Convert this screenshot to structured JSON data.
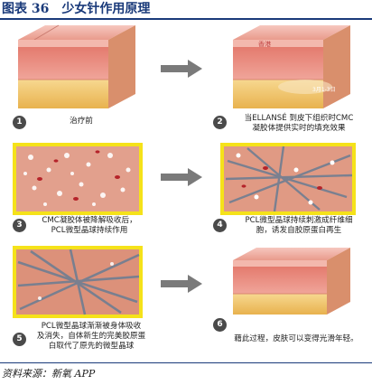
{
  "figure": {
    "title": "图表 36　少女针作用原理",
    "source": "资料来源：新氧 APP"
  },
  "steps": [
    {
      "num": "1",
      "caption": "治疗前"
    },
    {
      "num": "2",
      "caption_line1": "当ELLANSÉ 到皮下组织时CMC",
      "caption_line2": "凝胶体提供实时的填充效果"
    },
    {
      "num": "3",
      "caption_line1": "CMC凝胶体被降解吸收后，",
      "caption_line2": "PCL微型晶球持续作用"
    },
    {
      "num": "4",
      "caption_line1": "PCL微型晶球持续刺激成纤维细",
      "caption_line2": "胞，诱发自胶原蛋白再生"
    },
    {
      "num": "5",
      "caption_line1": "PCL微型晶球渐渐被身体吸收",
      "caption_line2": "及消失，自体新生的完美胶原蛋",
      "caption_line3": "白取代了原先的微型晶球"
    },
    {
      "num": "6",
      "caption": "藉此过程，皮肤可以变得光滑年轻。"
    }
  ],
  "panel2_tags": {
    "hk": "香港",
    "months": "3月1-3日"
  },
  "colors": {
    "accent_yellow": "#f5e21a",
    "title_blue": "#1a3a7a",
    "skin_pink": "#e8a090",
    "fat_yellow": "#f2c66a"
  }
}
